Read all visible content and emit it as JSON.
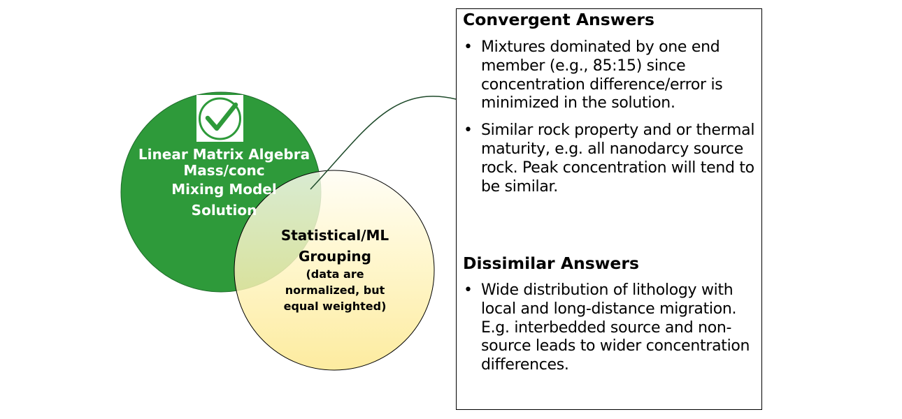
{
  "diagram": {
    "green_circle": {
      "lines": [
        "Linear Matrix Algebra",
        "Mass/conc",
        "Mixing Model",
        "Solution"
      ],
      "color": "#2e9a3a",
      "check_icon": "check-circle-icon"
    },
    "yellow_circle": {
      "title_lines": [
        "Statistical/ML",
        "Grouping"
      ],
      "note_lines": [
        "(data are",
        "normalized, but",
        "equal weighted)"
      ],
      "color": "#fce98a"
    }
  },
  "panel": {
    "convergent": {
      "heading": "Convergent Answers",
      "items": [
        "Mixtures dominated by one end member (e.g., 85:15) since concentration difference/error is minimized in the solution.",
        "Similar rock property and or thermal maturity, e.g. all nanodarcy source rock.  Peak concentration will tend to be similar."
      ]
    },
    "dissimilar": {
      "heading": "Dissimilar Answers",
      "items": [
        "Wide distribution of lithology with local and long-distance migration. E.g. interbedded source and non-source leads to wider concentration differences."
      ]
    },
    "bullet_glyph": "•"
  }
}
